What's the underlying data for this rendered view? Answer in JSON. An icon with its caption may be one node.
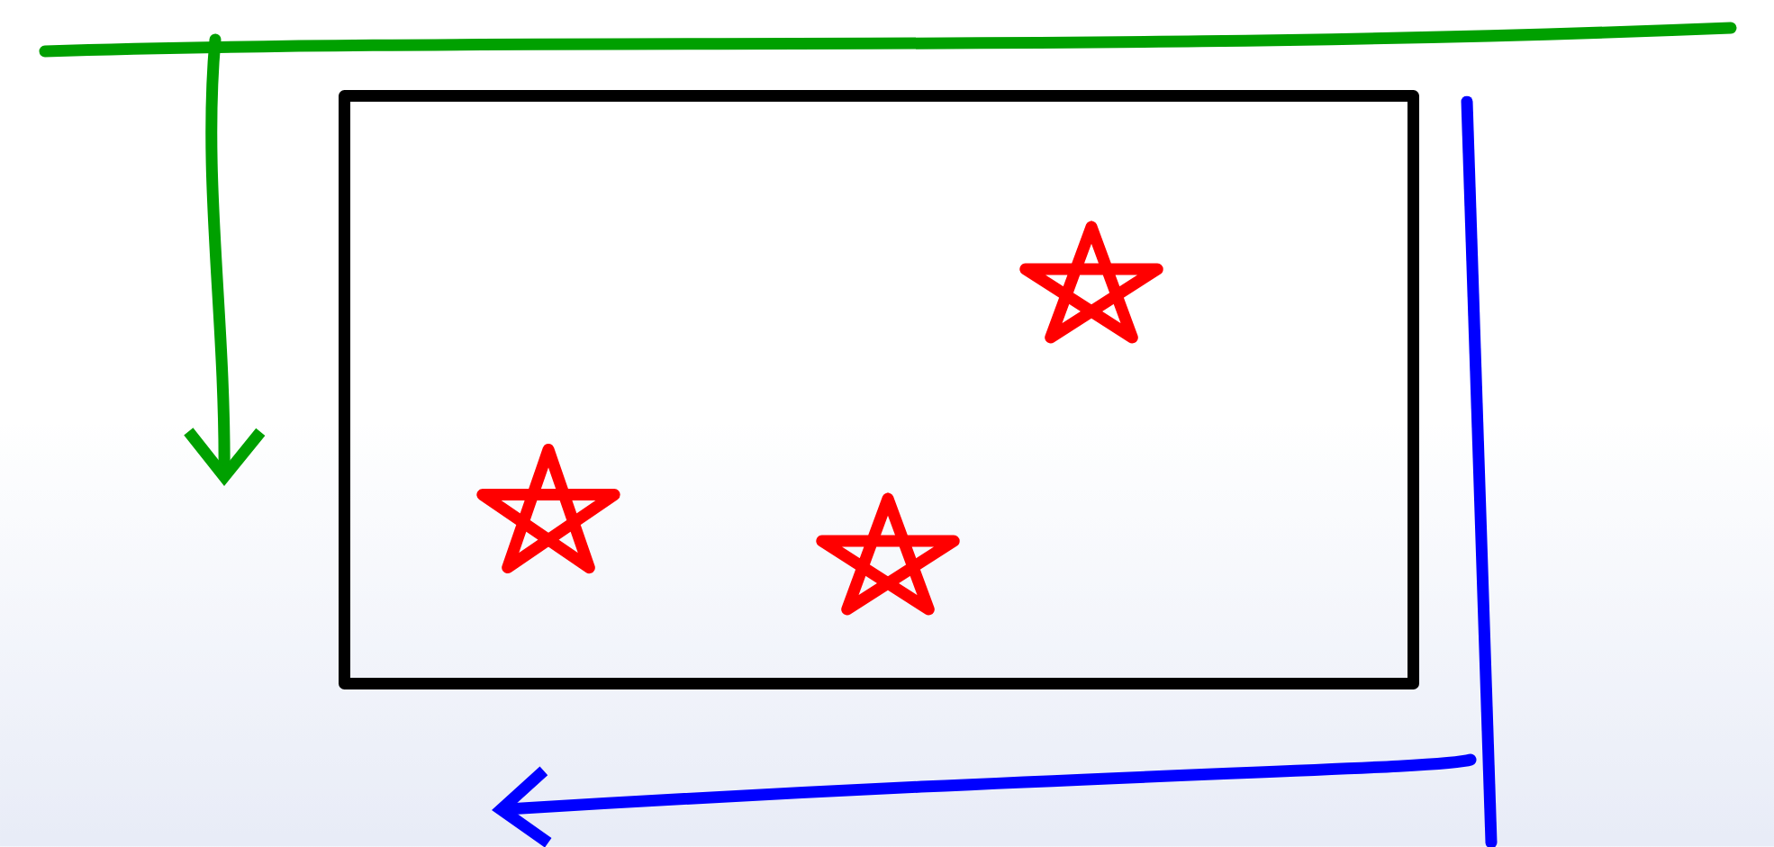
{
  "diagram": {
    "nodes": [
      {
        "text": [],
        "shape": "box"
      },
      {
        "text": [],
        "shape": "star",
        "in": 0
      },
      {
        "text": [],
        "shape": "star",
        "in": 0
      },
      {
        "text": [],
        "shape": "star",
        "in": 0
      }
    ]
  }
}
